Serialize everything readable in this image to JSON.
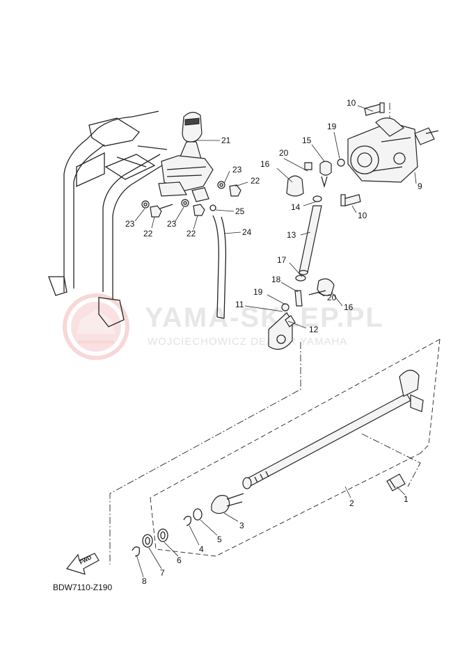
{
  "watermark": {
    "title": "YAMA-SKLEP.PL",
    "subtitle": "WOJCIECHOWICZ DEALER YAMAHA"
  },
  "diagram_code": "BDW7110-Z190",
  "fwd_label": "FWD",
  "part_numbers": {
    "p1": "1",
    "p2": "2",
    "p3": "3",
    "p4": "4",
    "p5": "5",
    "p6": "6",
    "p7": "7",
    "p8": "8",
    "p9": "9",
    "p10a": "10",
    "p10b": "10",
    "p11": "11",
    "p12": "12",
    "p13": "13",
    "p14": "14",
    "p15": "15",
    "p16a": "16",
    "p16b": "16",
    "p17": "17",
    "p18": "18",
    "p19a": "19",
    "p19b": "19",
    "p20a": "20",
    "p20b": "20",
    "p21": "21",
    "p22a": "22",
    "p22b": "22",
    "p22c": "22",
    "p23a": "23",
    "p23b": "23",
    "p23c": "23",
    "p24": "24",
    "p25": "25"
  }
}
